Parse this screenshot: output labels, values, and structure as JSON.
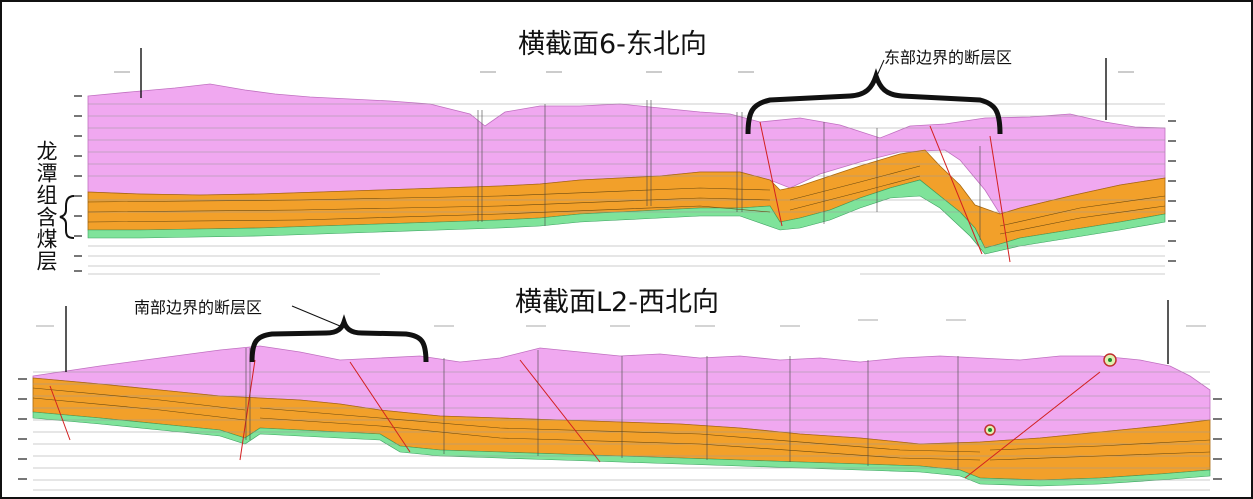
{
  "top_section": {
    "title": "横截面6-东北向",
    "annotation": "东部边界的断层区",
    "side_label": "龙潭组含煤层"
  },
  "bottom_section": {
    "title": "横截面L2-西北向",
    "annotation": "南部边界的断层区"
  },
  "colors": {
    "upper_strata": "#f0a8f0",
    "coal_measure": "#f2a02a",
    "base_layer": "#7fe39a",
    "frame": "#111111",
    "fault_line": "#d22020"
  }
}
